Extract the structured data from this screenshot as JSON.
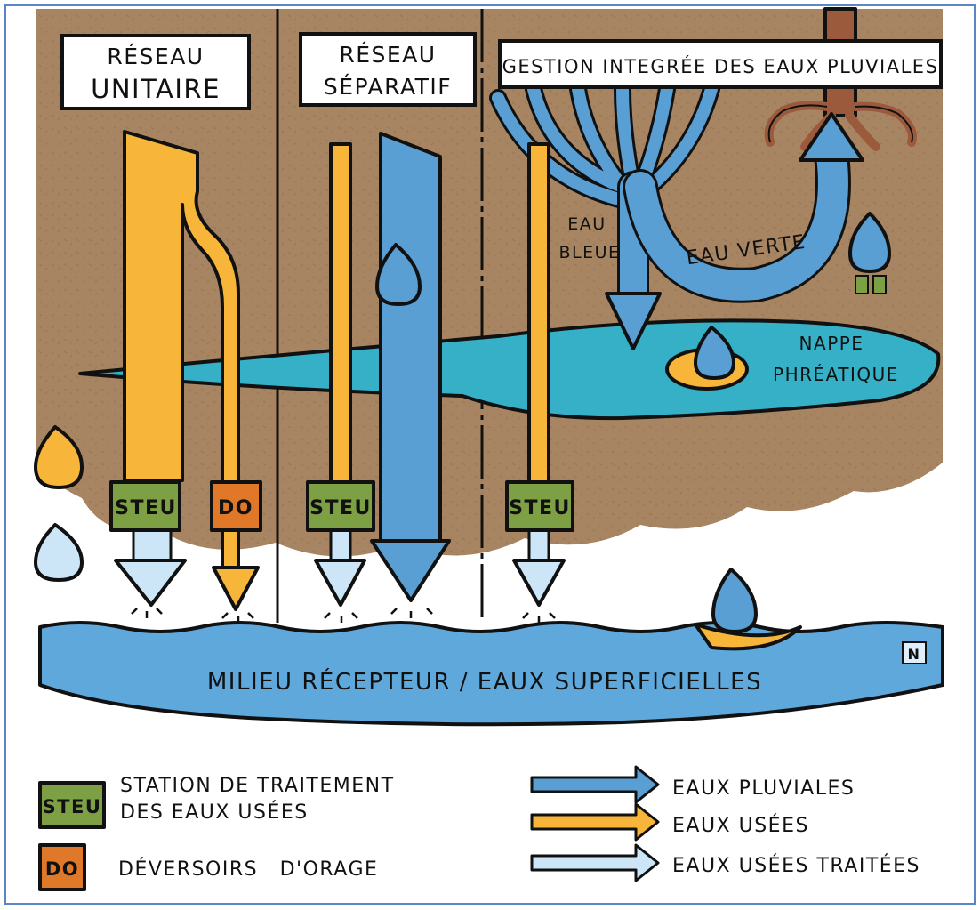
{
  "diagram": {
    "sections": {
      "unitaire": {
        "title_line1": "RÉSEAU",
        "title_line2": "UNITAIRE"
      },
      "separatif": {
        "title_line1": "RÉSEAU",
        "title_line2": "SÉPARATIF"
      },
      "gestion": {
        "title": "GESTION INTEGRÉE DES EAUX PLUVIALES"
      }
    },
    "flow_labels": {
      "eau_bleue_line1": "EAU",
      "eau_bleue_line2": "BLEUE",
      "eau_verte": "EAU VERTE",
      "nappe_line1": "NAPPE",
      "nappe_line2": "PHRÉATIQUE",
      "milieu": "MILIEU RÉCEPTEUR / EAUX SUPERFICIELLES"
    },
    "boxes": {
      "steu": "STEU",
      "do": "DO"
    },
    "legend": {
      "steu_box": "STEU",
      "steu_line1": "STATION DE TRAITEMENT",
      "steu_line2": "DES EAUX USÉES",
      "do_box": "DO",
      "do_text": "DÉVERSOIRS D'ORAGE",
      "pluviales": "EAUX PLUVIALES",
      "usees": "EAUX USÉES",
      "usees_traitees": "EAUX USÉES TRAITÉES"
    },
    "signature": "N"
  },
  "colors": {
    "soil": "#a88562",
    "soil_dark": "#8a6a48",
    "groundwater": "#35b0c6",
    "rain_blue": "#5a9fd4",
    "used_orange": "#f7b53a",
    "treated_light": "#cce6f8",
    "steu_green": "#7ea044",
    "do_orange": "#e0782a",
    "surface_water": "#5fa8dc"
  }
}
